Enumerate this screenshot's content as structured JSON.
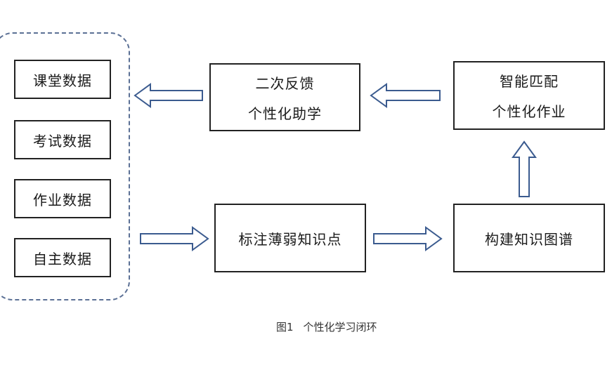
{
  "sources": [
    "课堂数据",
    "考试数据",
    "作业数据",
    "自主数据"
  ],
  "feedback": {
    "line1": "二次反馈",
    "line2": "个性化助学"
  },
  "match": {
    "line1": "智能匹配",
    "line2": "个性化作业"
  },
  "mark": {
    "label": "标注薄弱知识点"
  },
  "graph": {
    "label": "构建知识图谱"
  },
  "caption": {
    "number": "图1",
    "title": "个性化学习闭环"
  },
  "colors": {
    "arrow": "#3b5b8f",
    "dashed_border": "#5b7095",
    "box_border": "#222222"
  }
}
